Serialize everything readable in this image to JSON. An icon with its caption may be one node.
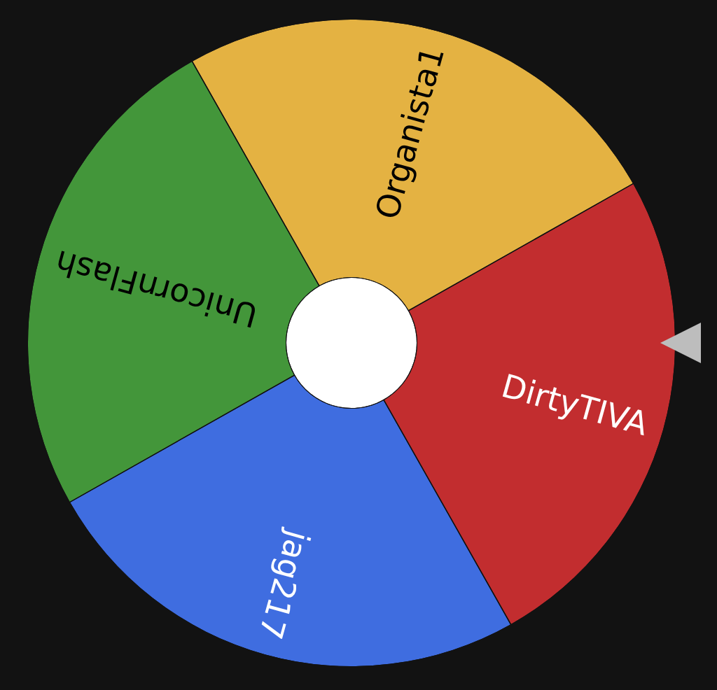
{
  "diagram": {
    "nodes": [
      {
        "text": [
          "Organista1"
        ]
      },
      {
        "text": [
          "DirtyTIVA"
        ]
      },
      {
        "text": [
          "jag217"
        ]
      },
      {
        "text": [
          "UnicornFlash"
        ]
      },
      {
        "text": [],
        "shape": "circle"
      }
    ]
  }
}
